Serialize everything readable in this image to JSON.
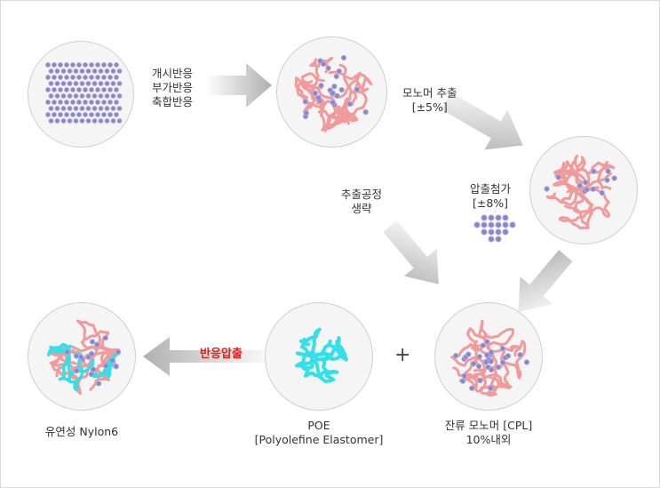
{
  "labels": {
    "reaction_types": [
      "개시반응",
      "부가반응",
      "축합반응"
    ],
    "monomer_extraction": [
      "모노머 추출",
      "[±5%]"
    ],
    "extraction_omitted": [
      "추출공정",
      "생략"
    ],
    "extrusion_additive": [
      "압출첨가",
      "[±8%]"
    ],
    "reactive_extrusion": "반응압출",
    "plus_sign": "+",
    "poe": [
      "POE",
      "[Polyolefine Elastomer]"
    ],
    "residual_monomer": [
      "잔류 모노머 [CPL]",
      "10%내외"
    ],
    "flexible_nylon": "유연성 Nylon6"
  },
  "colors": {
    "chain": "#f29a9a",
    "monomer_dot": "#8a86c8",
    "poe_chain": "#33e0ea",
    "arrow_gray": "#b5b5b5",
    "accent_red": "#e0201c"
  }
}
